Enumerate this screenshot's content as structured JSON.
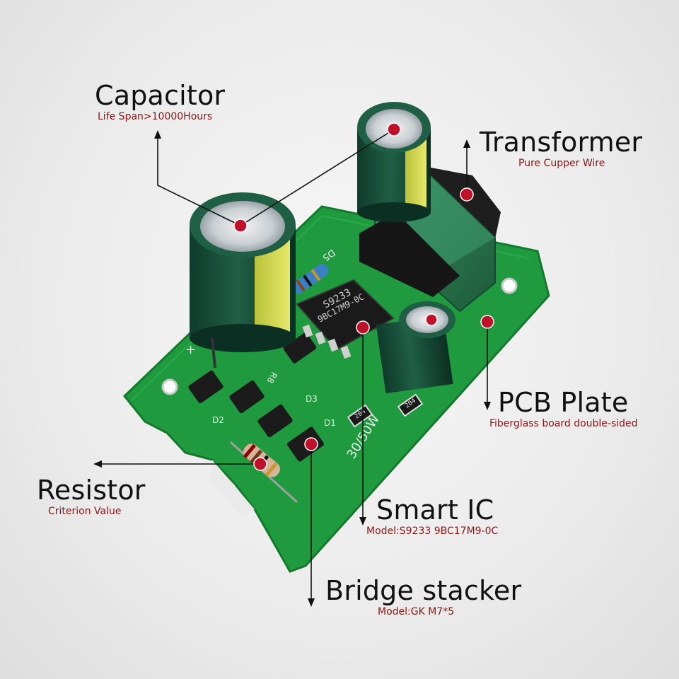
{
  "labels": {
    "capacitor": {
      "title": "Capacitor",
      "sub": "Life Span>10000Hours"
    },
    "transformer": {
      "title": "Transformer",
      "sub": "Pure Cupper Wire"
    },
    "pcb": {
      "title": "PCB Plate",
      "sub": "Fiberglass board double-sided"
    },
    "resistor": {
      "title": "Resistor",
      "sub": "Criterion Value"
    },
    "smart_ic": {
      "title": "Smart IC",
      "sub": "Model:S9233 9BC17M9-0C"
    },
    "bridge": {
      "title": "Bridge stacker",
      "sub": "Model:GK M7*5"
    }
  },
  "board_markings": {
    "ic_line1": "S9233",
    "ic_line2": "9BC17M9-0C",
    "d5": "D5",
    "d1": "D1",
    "d2": "D2",
    "d3": "D3",
    "r8": "R8",
    "rating": "30/50W",
    "smd1": "204",
    "smd2": "204",
    "plus": "+"
  },
  "colors": {
    "pcb": "#1f9a3e",
    "pcb_dark": "#137a2c",
    "transformer": "#2f7f54",
    "accent_dot": "#c0102a",
    "sub_text": "#8b1414"
  }
}
